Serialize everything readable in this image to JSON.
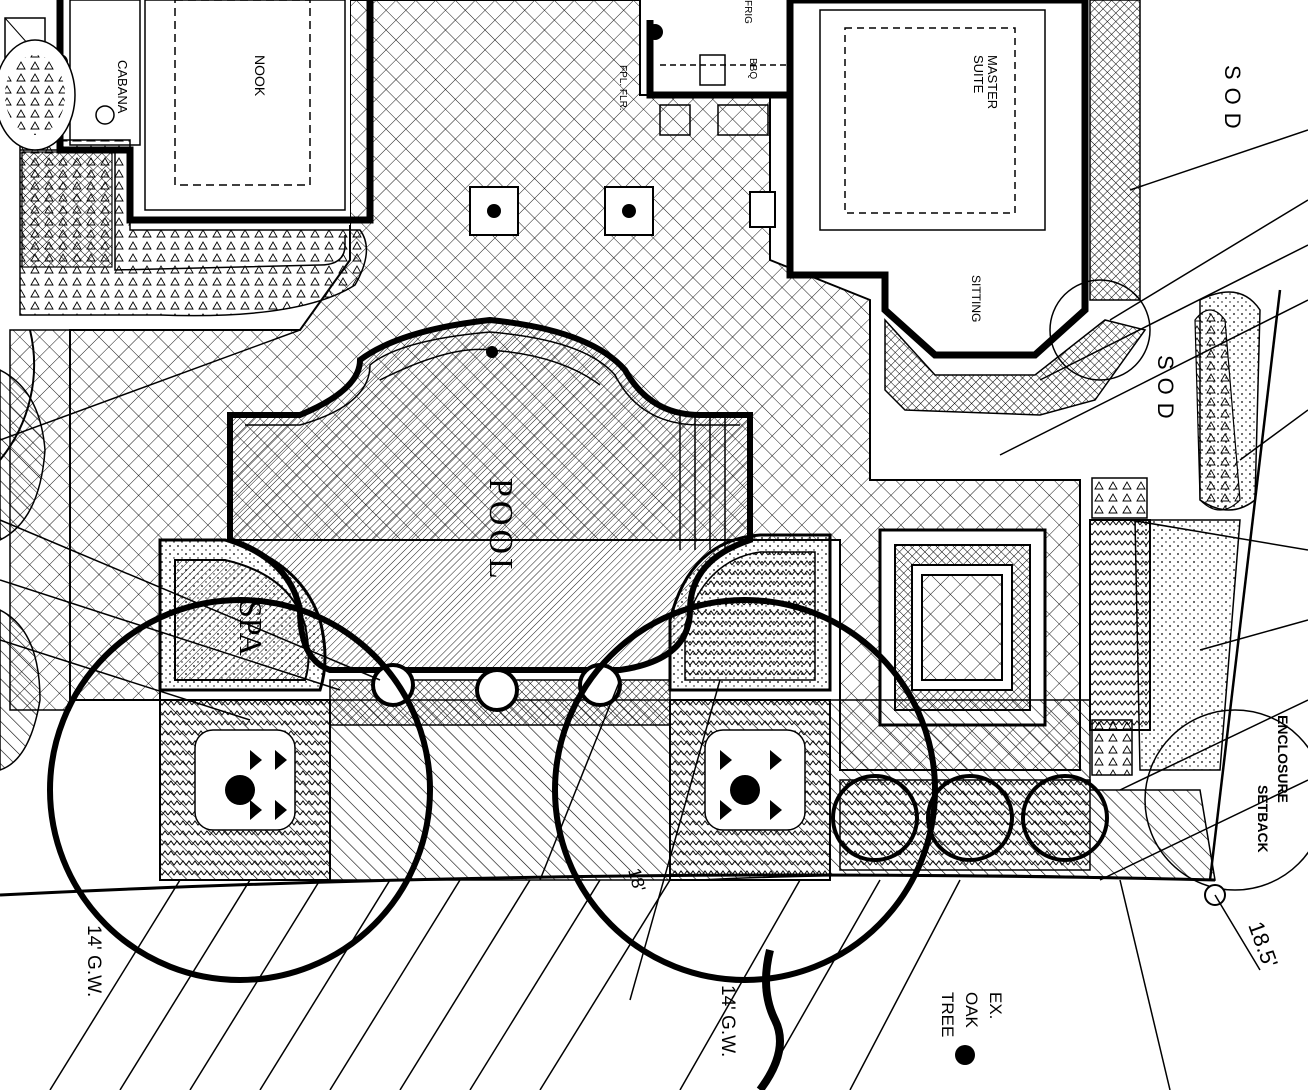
{
  "rooms": {
    "cabana": "CABANA",
    "nook": "NOOK",
    "master_suite_line1": "MASTER",
    "master_suite_line2": "SUITE",
    "sitting": "SITTING",
    "pool": "POOL",
    "spa": "SPA",
    "bbq": "BBQ",
    "frig": "FRIG",
    "fire_pit_note": "FPL. FLR."
  },
  "annotations": {
    "sod_upper": "SOD",
    "sod_lower": "SOD",
    "tree_left": "14' G.W.",
    "tree_right": "14' G.W.",
    "oak_line1": "EX.",
    "oak_line2": "OAK",
    "oak_line3": "TREE",
    "setback_line1": "ENCLOSURE",
    "setback_line2": "SETBACK",
    "setback_dim": "18.5'",
    "small_dim": "18'"
  }
}
